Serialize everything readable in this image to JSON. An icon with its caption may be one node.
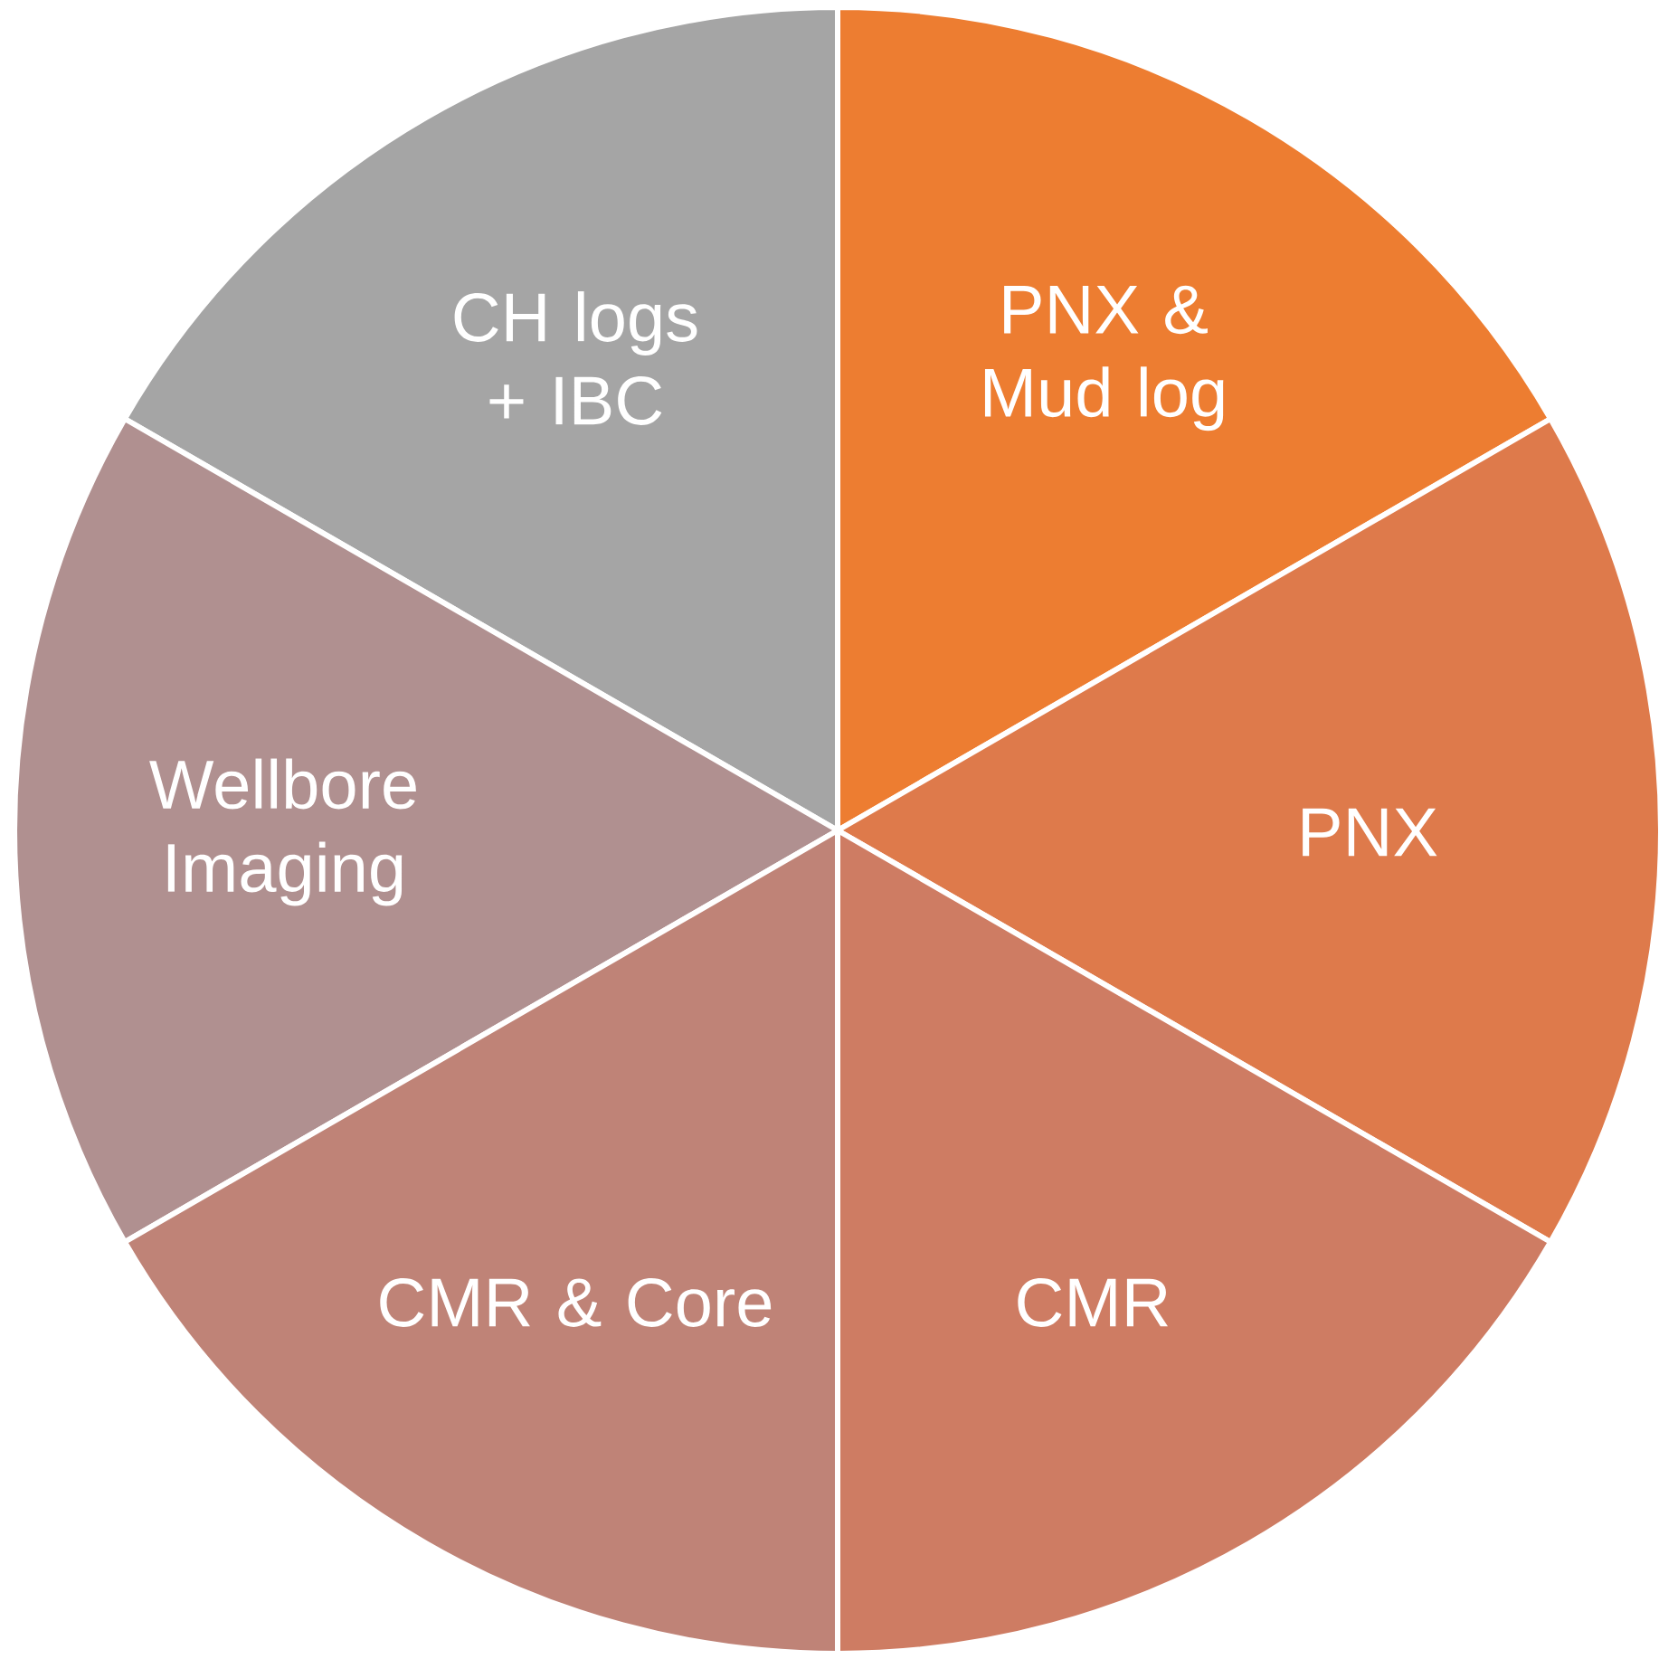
{
  "diagram": {
    "nodes": [
      {
        "text": [
          "CH logs + IBC"
        ]
      },
      {
        "text": [
          "PNX & Mud log"
        ]
      },
      {
        "text": [
          "Wellbore Imaging"
        ]
      },
      {
        "text": [
          "PNX"
        ]
      },
      {
        "text": [
          "CMR & Core"
        ]
      },
      {
        "text": [
          "CMR"
        ]
      }
    ]
  }
}
